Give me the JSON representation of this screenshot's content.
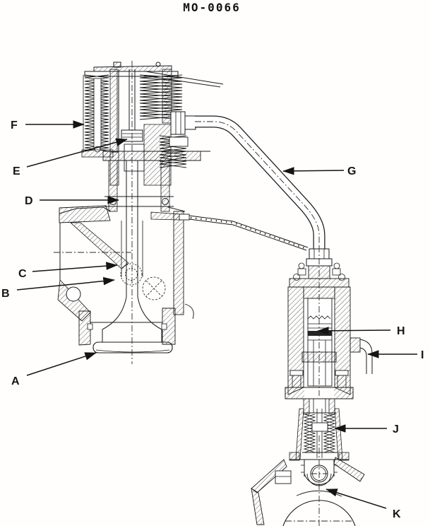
{
  "title": "MO-0066",
  "colors": {
    "ink": "#1a1a1a",
    "paper": "#ffffff"
  },
  "callouts": {
    "A": "A",
    "B": "B",
    "C": "C",
    "D": "D",
    "E": "E",
    "F": "F",
    "G": "G",
    "H": "H",
    "I": "I",
    "J": "J",
    "K": "K"
  }
}
